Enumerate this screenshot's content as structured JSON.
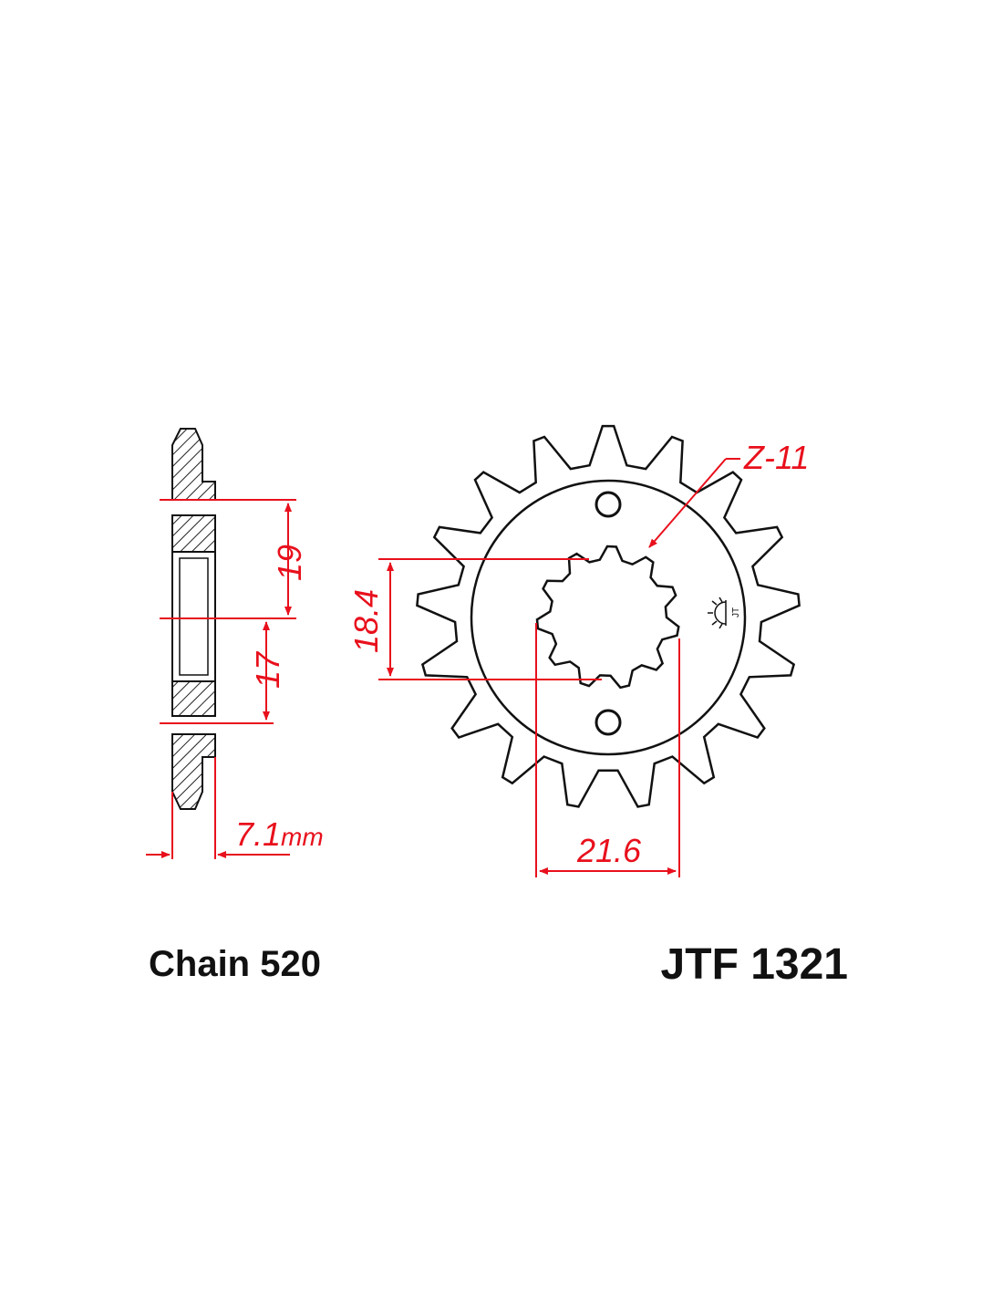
{
  "colors": {
    "dimension": "#e8101c",
    "outline": "#111111",
    "background": "#ffffff"
  },
  "side_view": {
    "dim_19": "19",
    "dim_17": "17",
    "thickness_value": "7.1",
    "thickness_unit": "mm"
  },
  "front_view": {
    "teeth_count": 17,
    "spline_count": 11,
    "spline_label": "Z-11",
    "dim_18_4": "18.4",
    "dim_21_6": "21.6",
    "maker_mark": "jt-logo-icon"
  },
  "captions": {
    "chain": "Chain 520",
    "part_number": "JTF 1321"
  }
}
